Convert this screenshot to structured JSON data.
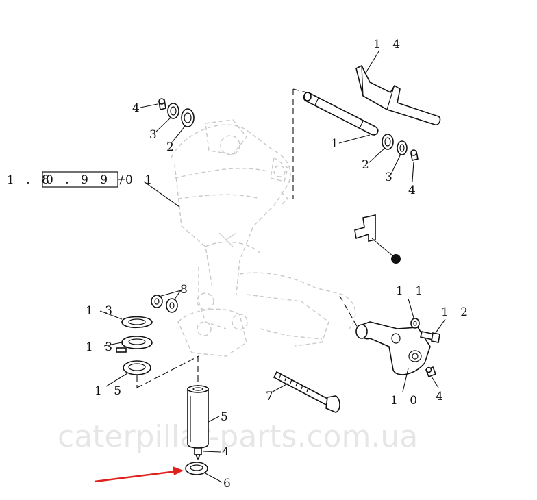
{
  "diagram": {
    "reference": {
      "prefix": "1 . 8",
      "boxed": "0 . 9 9 /",
      "suffix": "0 1"
    },
    "callouts": {
      "c14": "1 4",
      "c4a": "4",
      "c3a": "3",
      "c2a": "2",
      "c1": "1",
      "c2b": "2",
      "c3b": "3",
      "c4b": "4",
      "c8": "8",
      "c11": "1 1",
      "c12": "1 2",
      "c13a": "1 3",
      "c13b": "1 3",
      "c15": "1 5",
      "c7": "7",
      "c5": "5",
      "c4c": "4",
      "c10": "1 0",
      "c4d": "4",
      "c6": "6"
    },
    "watermark": "caterpillar-parts.com.ua",
    "colors": {
      "ink": "#111111",
      "ghost": "#c9c9c9",
      "arrow": "#e0201c",
      "watermark": "#e6e6e6"
    }
  }
}
